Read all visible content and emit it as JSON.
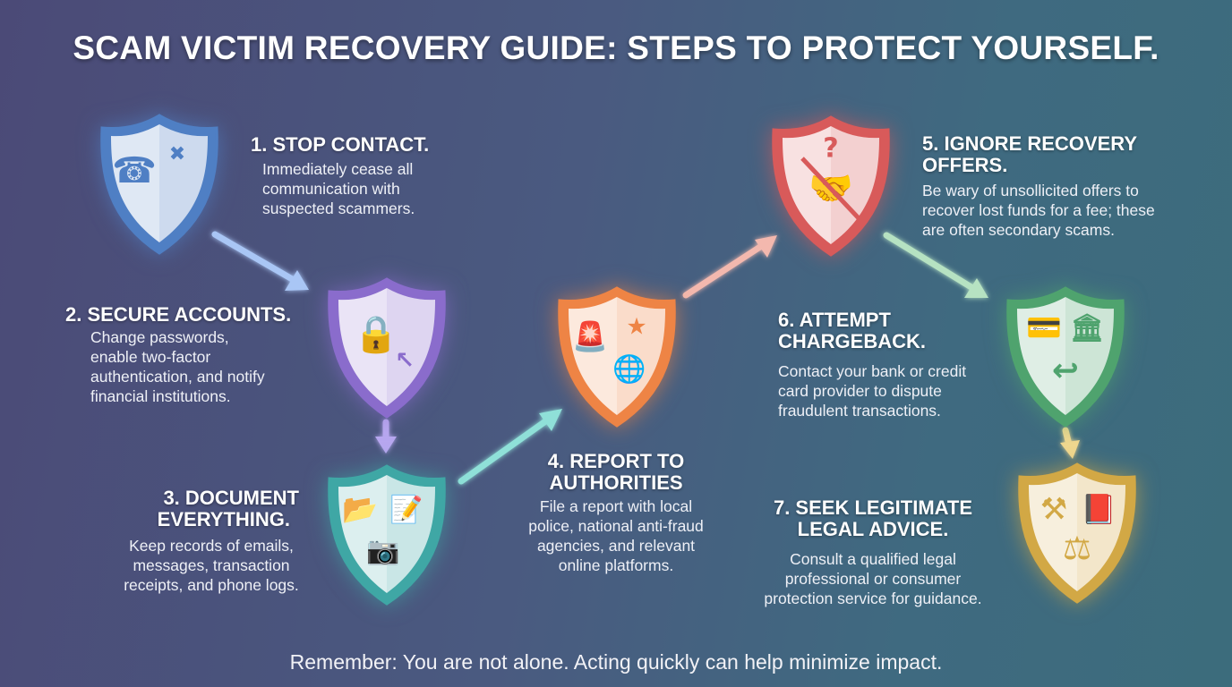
{
  "title": "SCAM VICTIM RECOVERY GUIDE: STEPS TO PROTECT YOURSELF.",
  "steps": [
    {
      "heading": "1. STOP CONTACT.",
      "lines": [
        "Immediately cease all",
        "communication with",
        "suspected scammers."
      ],
      "color": "#4f7fc4",
      "icon": "phone-blocked-icon"
    },
    {
      "heading": "2. SECURE ACCOUNTS.",
      "lines": [
        "Change passwords,",
        "enable two-factor",
        "authentication, and notify",
        "financial institutions."
      ],
      "color": "#8a6ccc",
      "icon": "padlock-cursor-icon"
    },
    {
      "heading_lines": [
        "3. DOCUMENT",
        "EVERYTHING."
      ],
      "lines": [
        "Keep records of emails,",
        "messages, transaction",
        "receipts, and phone logs."
      ],
      "color": "#3fa7a5",
      "icon": "folder-notes-camera-icon"
    },
    {
      "heading_lines": [
        "4. REPORT TO",
        "AUTHORITIES"
      ],
      "lines": [
        "File a report with local",
        "police, national anti-fraud",
        "agencies, and relevant",
        "online platforms."
      ],
      "color": "#ee8445",
      "icon": "siren-badge-globe-icon"
    },
    {
      "heading_lines": [
        "5. IGNORE RECOVERY",
        "OFFERS."
      ],
      "lines": [
        "Be wary of unsollicited offers to",
        "recover lost funds for a fee; these",
        "are often secondary scams."
      ],
      "color": "#d85a5a",
      "icon": "handshake-crossed-icon"
    },
    {
      "heading_lines": [
        "6. ATTEMPT",
        "CHARGEBACK."
      ],
      "lines": [
        "Contact your bank or credit",
        "card provider to dispute",
        "fraudulent transactions."
      ],
      "color": "#4fa36e",
      "icon": "card-bank-return-icon"
    },
    {
      "heading_lines": [
        "7. SEEK LEGITIMATE",
        "LEGAL ADVICE."
      ],
      "lines": [
        "Consult a qualified legal",
        "professional or consumer",
        "protection service for guidance."
      ],
      "color": "#d2a845",
      "icon": "gavel-book-scales-icon"
    }
  ],
  "footer": "Remember: You are not alone. Acting quickly can help minimize impact."
}
